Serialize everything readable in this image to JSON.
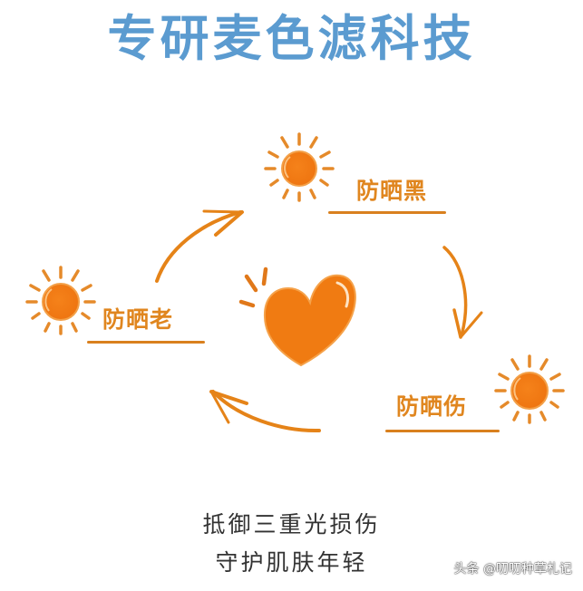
{
  "title": "专研麦色滤科技",
  "colors": {
    "title": "#5b9bd0",
    "accent_orange": "#f07b12",
    "label_orange": "#e0861f",
    "text_dark": "#333333",
    "background": "#ffffff"
  },
  "cycle": {
    "center_icon": "heart-icon",
    "nodes": [
      {
        "label": "防晒黑",
        "icon": "sun-icon",
        "position": "top-right"
      },
      {
        "label": "防晒伤",
        "icon": "sun-icon",
        "position": "bottom-right"
      },
      {
        "label": "防晒老",
        "icon": "sun-icon",
        "position": "left"
      }
    ],
    "arrows": [
      {
        "from": "防晒老",
        "to": "防晒黑",
        "icon": "arrow-icon"
      },
      {
        "from": "防晒黑",
        "to": "防晒伤",
        "icon": "arrow-icon"
      },
      {
        "from": "防晒伤",
        "to": "防晒老",
        "icon": "arrow-icon"
      }
    ]
  },
  "tagline": {
    "line1": "抵御三重光损伤",
    "line2": "守护肌肤年轻"
  },
  "watermark": "头条 @叨叨种草札记"
}
